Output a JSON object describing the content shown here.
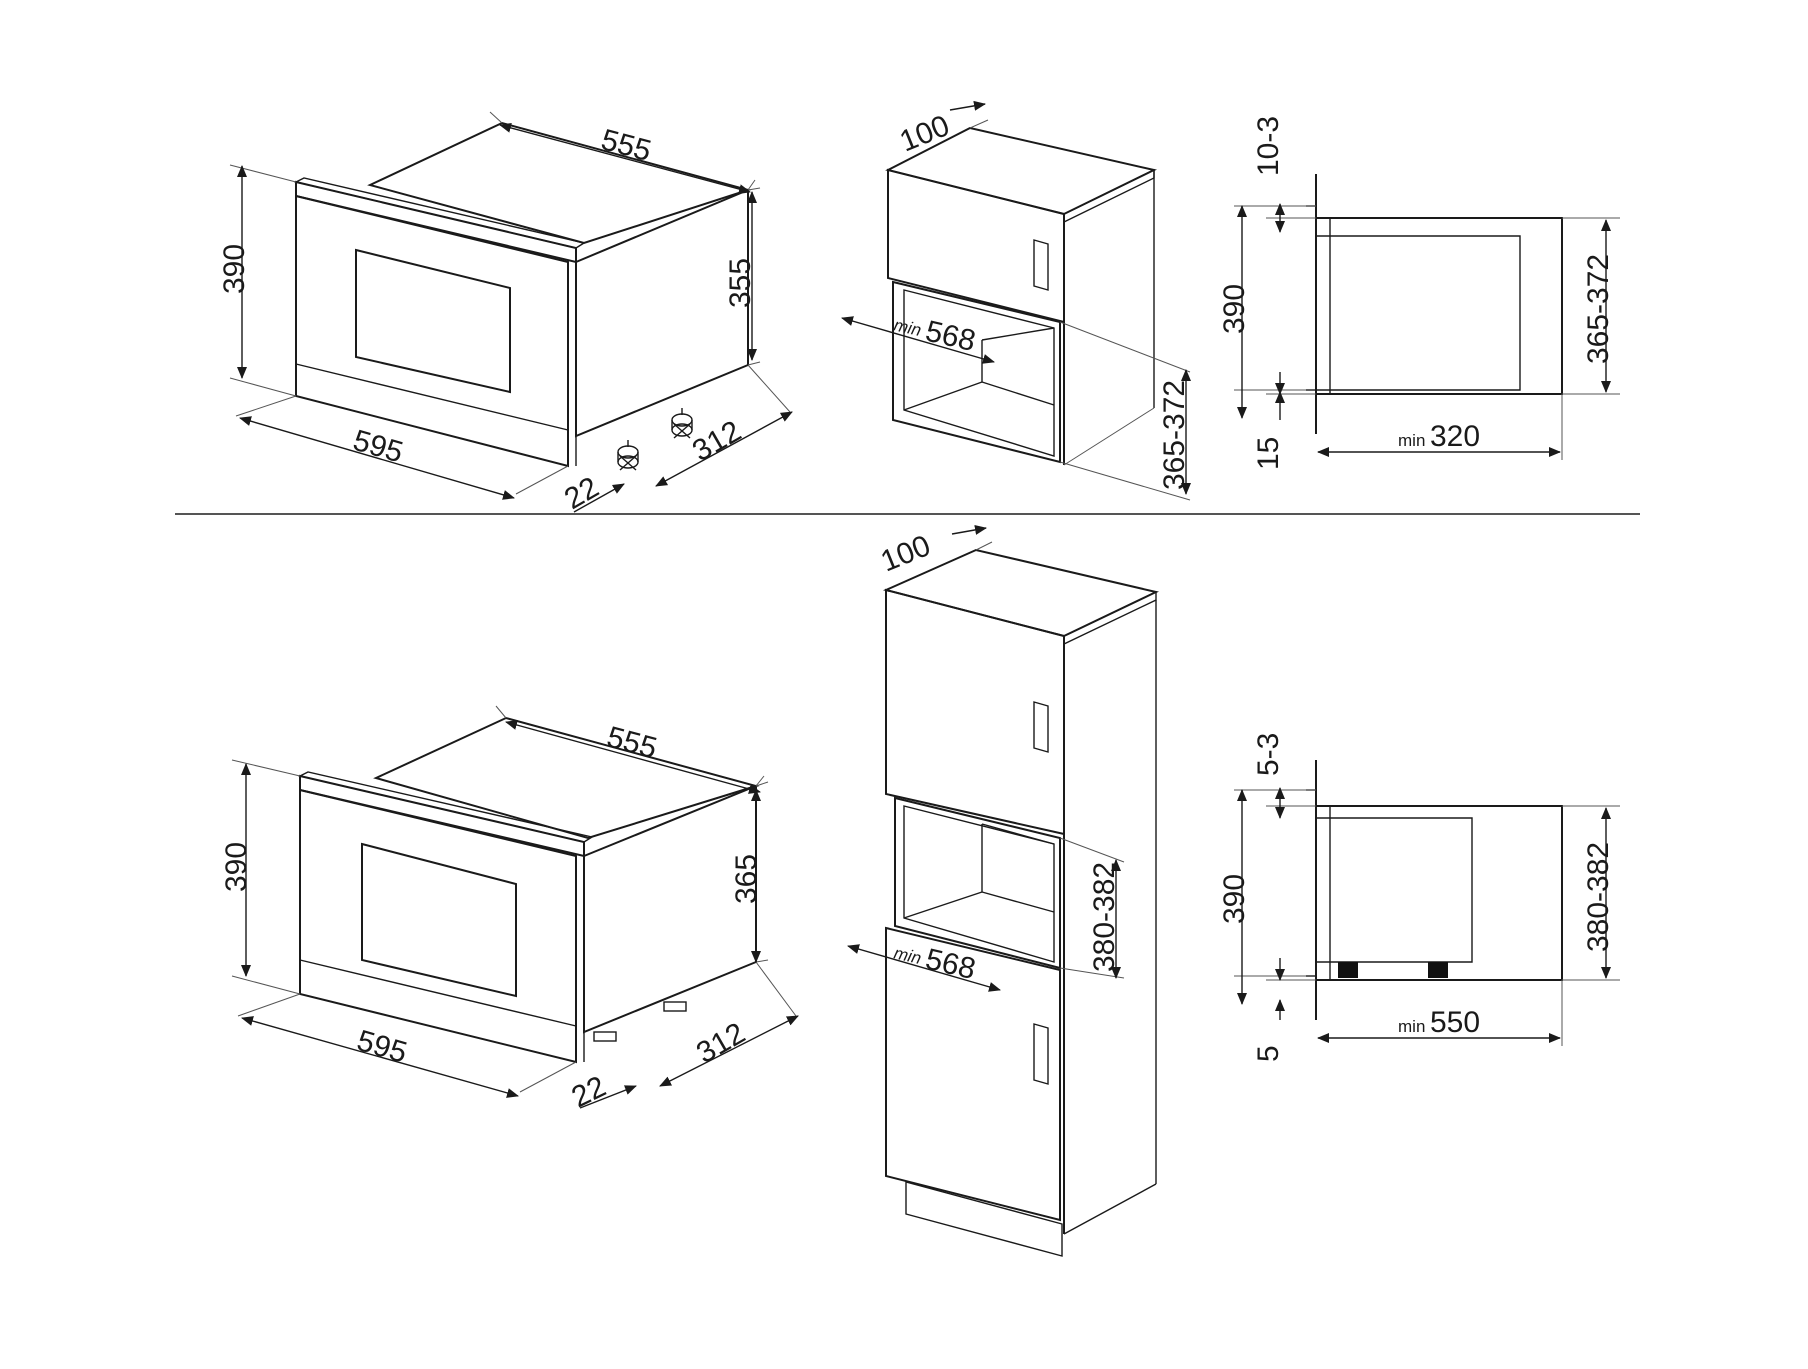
{
  "top": {
    "appliance": {
      "width": "555",
      "height_total": "390",
      "height_body": "355",
      "front_width": "595",
      "depth": "312",
      "front_offset": "22"
    },
    "cabinet": {
      "top_offset": "100",
      "min_label": "min",
      "min_width": "568",
      "niche_height": "365-372"
    },
    "side": {
      "gap_top": "10-3",
      "height": "390",
      "gap_bottom": "15",
      "niche_height": "365-372",
      "min_label": "min",
      "min_depth": "320"
    }
  },
  "bottom": {
    "appliance": {
      "width": "555",
      "height_total": "390",
      "height_body": "365",
      "front_width": "595",
      "depth": "312",
      "front_offset": "22"
    },
    "cabinet": {
      "top_offset": "100",
      "min_label": "min",
      "min_width": "568",
      "niche_height": "380-382"
    },
    "side": {
      "gap_top": "5-3",
      "height": "390",
      "gap_bottom": "5",
      "niche_height": "380-382",
      "min_label": "min",
      "min_depth": "550"
    }
  },
  "colors": {
    "line": "#1a1a1a",
    "background": "#ffffff"
  }
}
